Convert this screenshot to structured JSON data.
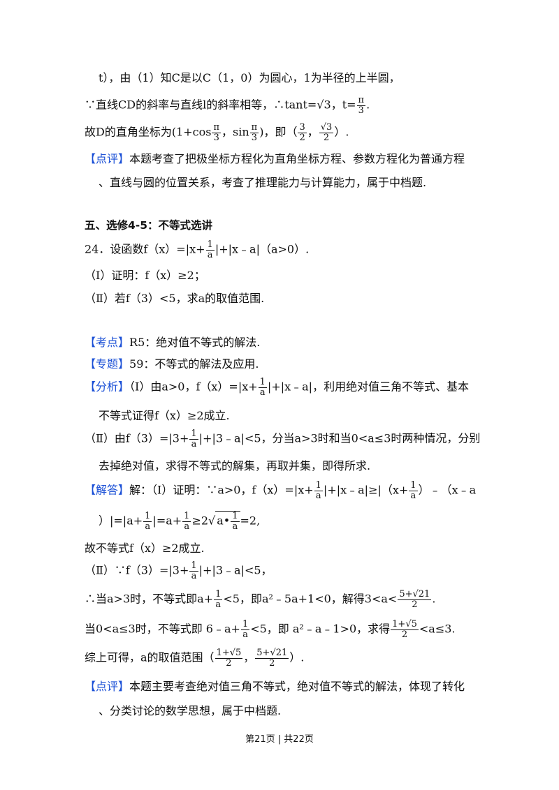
{
  "content": {
    "l1": "t），由（1）知C是以C（1，0）为圆心，1为半径的上半圆，",
    "l2a": "∵直线CD的斜率与直线l的斜率相等，∴tant=",
    "l2b": "√3",
    "l2c": "，t=",
    "l2n": "π",
    "l2d": "3",
    "l2e": ".",
    "l3a": "故D的直角坐标为",
    "l3b": "(1+cos",
    "l3n1": "π",
    "l3d1": "3",
    "l3c": "，sin",
    "l3n2": "π",
    "l3d2": "3",
    "l3e": ")，即（",
    "l3n3": "3",
    "l3d3": "2",
    "l3f": "，",
    "l3n4": "√3",
    "l3d4": "2",
    "l3g": "）.",
    "review1_tag": "【点评】",
    "review1_a": "本题考查了把极坐标方程化为直角坐标方程、参数方程化为普通方程",
    "review1_b": "、直线与圆的位置关系，考查了推理能力与计算能力，属于中档题.",
    "section_title": "五、选修4-5：不等式选讲",
    "q24a": "24．设函数f（x）=|x+",
    "q24n": "1",
    "q24d": "a",
    "q24b": "|+|x﹣a|（a>0）.",
    "q24_1": "（Ⅰ）证明：f（x）≥2；",
    "q24_2": "（Ⅱ）若f（3）<5，求a的取值范围.",
    "kaodian_tag": "【考点】",
    "kaodian": "R5：绝对值不等式的解法.",
    "zhuanti_tag": "【专题】",
    "zhuanti": "59：不等式的解法及应用.",
    "fenxi_tag": "【分析】",
    "fenxi1a": "（Ⅰ）由a>0，f（x）=|x+",
    "fenxi1n": "1",
    "fenxi1d": "a",
    "fenxi1b": "|+|x﹣a|，利用绝对值三角不等式、基本",
    "fenxi1c": "不等式证得f（x）≥2成立.",
    "fenxi2a": "（Ⅱ）由f（3）=|3+",
    "fenxi2n": "1",
    "fenxi2d": "a",
    "fenxi2b": "|+|3﹣a|<5，分当a>3时和当0<a≤3时两种情况，分别",
    "fenxi2c": "去掉绝对值，求得不等式的解集，再取并集，即得所求.",
    "jieda_tag": "【解答】",
    "jieda1a": "解：（Ⅰ）证明：∵a>0，f（x）=|x+",
    "jieda1n1": "1",
    "jieda1d1": "a",
    "jieda1b": "|+|x﹣a|≥|（x+",
    "jieda1n2": "1",
    "jieda1d2": "a",
    "jieda1c": "）﹣（x﹣a",
    "jieda2a": "）|=|a+",
    "jieda2n1": "1",
    "jieda2d1": "a",
    "jieda2b": "|=a+",
    "jieda2n2": "1",
    "jieda2d2": "a",
    "jieda2c": "≥2",
    "jieda2sqa": "a•",
    "jieda2n3": "1",
    "jieda2d3": "a",
    "jieda2e": "=2,",
    "jieda3": "故不等式f（x）≥2成立.",
    "jieda4a": "（Ⅱ）∵f（3）=|3+",
    "jieda4n": "1",
    "jieda4d": "a",
    "jieda4b": "|+|3﹣a|<5，",
    "jieda5a": "∴当a>3时，不等式即a+",
    "jieda5n1": "1",
    "jieda5d1": "a",
    "jieda5b": "<5，即a²﹣5a+1<0，解得3<a<",
    "jieda5n2": "5+√21",
    "jieda5d2": "2",
    "jieda5c": ".",
    "jieda6a": "当0<a≤3时，不等式即 6﹣a+",
    "jieda6n1": "1",
    "jieda6d1": "a",
    "jieda6b": "<5，即 a²﹣a﹣1>0，求得",
    "jieda6n2": "1+√5",
    "jieda6d2": "2",
    "jieda6c": "<a≤3.",
    "jieda7a": "综上可得，a的取值范围（",
    "jieda7n1": "1+√5",
    "jieda7d1": "2",
    "jieda7b": "，",
    "jieda7n2": "5+√21",
    "jieda7d2": "2",
    "jieda7c": "）.",
    "review2_tag": "【点评】",
    "review2_a": "本题主要考查绝对值三角不等式，绝对值不等式的解法，体现了转化",
    "review2_b": "、分类讨论的数学思想，属于中档题."
  },
  "footer": {
    "page": "第21页 | 共22页"
  },
  "colors": {
    "tag": "#1a4fd6",
    "text": "#111111"
  }
}
